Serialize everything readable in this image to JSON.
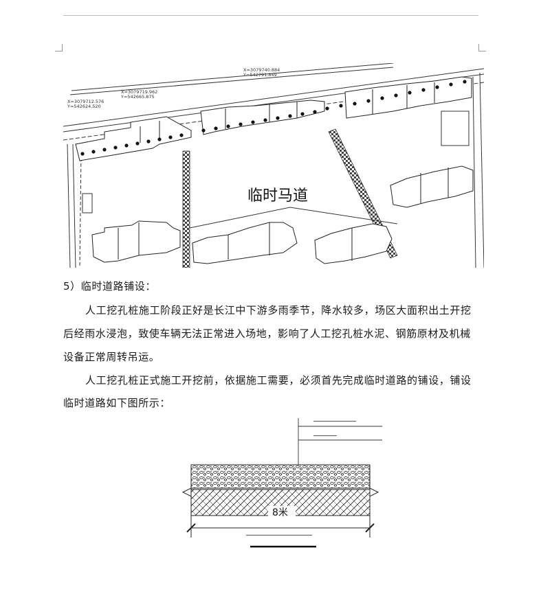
{
  "site_plan": {
    "road_label": "临时马道",
    "coord_1": "X=3079740.884",
    "coord_1b": "Y=542791.849",
    "coord_2": "X=3079719.962",
    "coord_2b": "Y=542665.875",
    "coord_3": "X=3079712.576",
    "coord_3b": "Y=542624.520"
  },
  "section_heading": "5）临时道路铺设：",
  "paragraph1": {
    "line1": "人工挖孔桩施工阶段正好是长江中下游多雨季节，降水较多，场区大面积出土开挖",
    "line2": "后经雨水浸泡，致使车辆无法正常进入场地，影响了人工挖孔桩水泥、钢筋原材及机械",
    "line3": "设备正常周转吊运。"
  },
  "paragraph2": {
    "line1": "人工挖孔桩正式施工开挖前，依据施工需要，必须首先完成临时道路的铺设，铺设",
    "line2": "临时道路如下图所示："
  },
  "road_section": {
    "width_label": "8米"
  }
}
